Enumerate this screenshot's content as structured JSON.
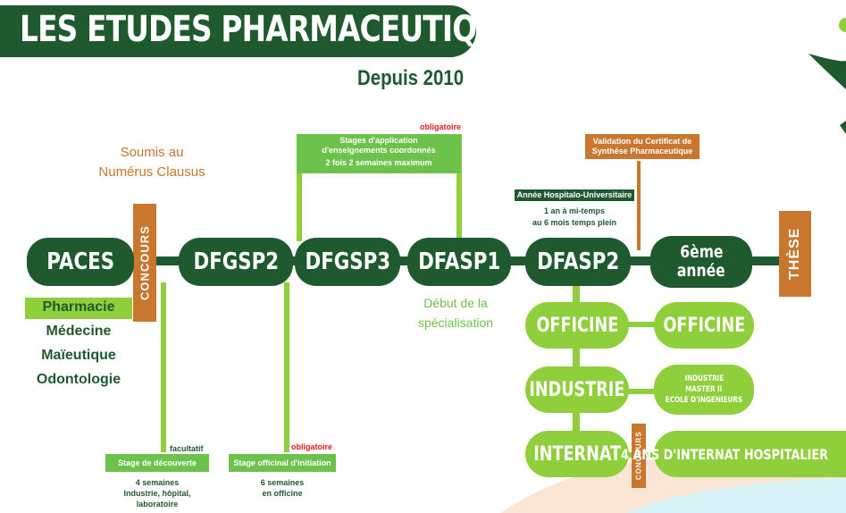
{
  "title": "LES ETUDES PHARMACEUTIQUES",
  "subtitle": "Depuis 2010",
  "numerus": [
    "Soumis au",
    "Numérus Clausus"
  ],
  "concours": "CONCOURS",
  "these": "THÈSE",
  "timeline": [
    "PACES",
    "DFGSP2",
    "DFGSP3",
    "DFASP1",
    "DFASP2"
  ],
  "sixieme": [
    "6ème",
    "année"
  ],
  "paces_filieres": [
    "Pharmacie",
    "Médecine",
    "Maïeutique",
    "Odontologie"
  ],
  "stage_app": {
    "tag": "obligatoire",
    "title": [
      "Stages d'application",
      "d'enseignements coordonnés"
    ],
    "detail": "2 fois 2 semaines maximum"
  },
  "specialisation": [
    "Début de la",
    "spécialisation"
  ],
  "hospitalo": {
    "title": "Année Hospitalo-Universitaire",
    "detail": [
      "1 an à mi-temps",
      "au 6 mois temps plein"
    ]
  },
  "certificat": [
    "Validation du Certificat de",
    "Synthèse Pharmaceutique"
  ],
  "branches_left": [
    "OFFICINE",
    "INDUSTRIE",
    "INTERNAT"
  ],
  "branches_right": {
    "officine": "OFFICINE",
    "industrie": [
      "INDUSTRIE",
      "MASTER II",
      "ECOLE D'INGENIEURS"
    ],
    "internat": "4 ANS D'INTERNAT HOSPITALIER"
  },
  "stage_decouverte": {
    "tag": "facultatif",
    "title": "Stage de découverte",
    "detail": [
      "4 semaines",
      "Industrie, hôpital,",
      "laboratoire"
    ]
  },
  "stage_initiation": {
    "tag": "obligatoire",
    "title": "Stage officinal d'initiation",
    "detail": [
      "6 semaines",
      "en officine"
    ]
  },
  "colors": {
    "dark_green": "#1f5a2e",
    "light_green": "#8fcf3c",
    "orange": "#c9762f",
    "red": "#e21b1b"
  }
}
